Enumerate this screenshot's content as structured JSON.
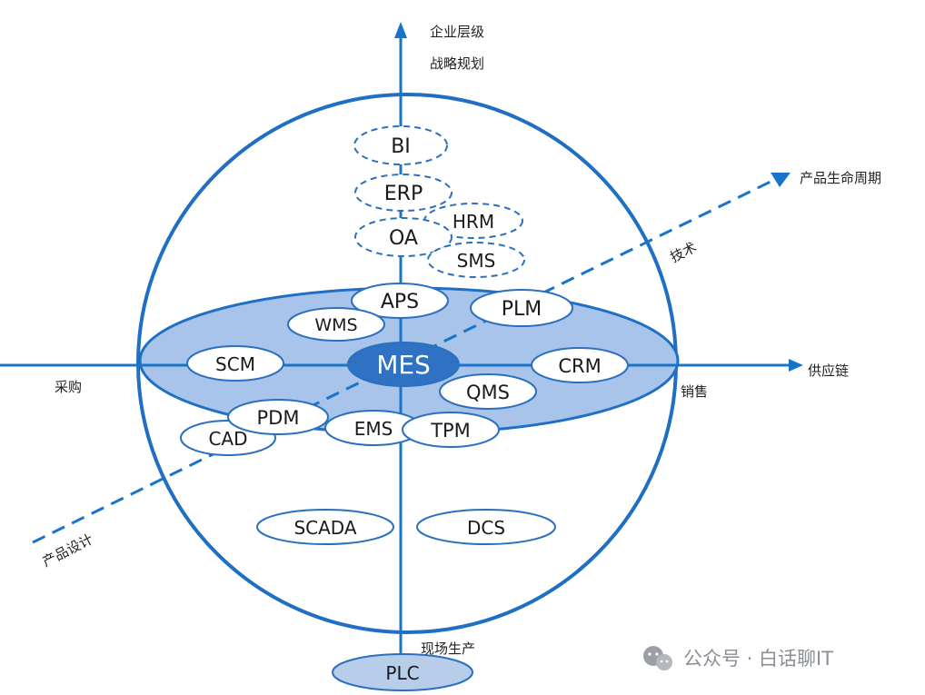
{
  "colors": {
    "axis": "#1874c9",
    "sphere": "#1f6fc4",
    "disc_fill": "#a9c4ea",
    "node_stroke": "#2b6fbf",
    "mes_fill": "#2f72c4",
    "plc_fill": "#b7cde9",
    "text": "#1a1a1a",
    "watermark": "#8a8f96"
  },
  "axes": {
    "top_line1": "企业层级",
    "top_line2": "战略规划",
    "bottom": "现场生产",
    "left": "采购",
    "right": "供应链",
    "right_below": "销售",
    "diagonal_end": "产品生命周期",
    "diagonal_start": "产品设计",
    "diagonal_mid": "技术"
  },
  "nodes": {
    "bi": "BI",
    "erp": "ERP",
    "oa": "OA",
    "hrm": "HRM",
    "sms": "SMS",
    "aps": "APS",
    "plm": "PLM",
    "wms": "WMS",
    "scm": "SCM",
    "mes": "MES",
    "crm": "CRM",
    "qms": "QMS",
    "pdm": "PDM",
    "cad": "CAD",
    "ems": "EMS",
    "tpm": "TPM",
    "scada": "SCADA",
    "dcs": "DCS",
    "plc": "PLC"
  },
  "watermark": {
    "icon": "wechat-icon",
    "text": "公众号 · 白话聊IT"
  }
}
